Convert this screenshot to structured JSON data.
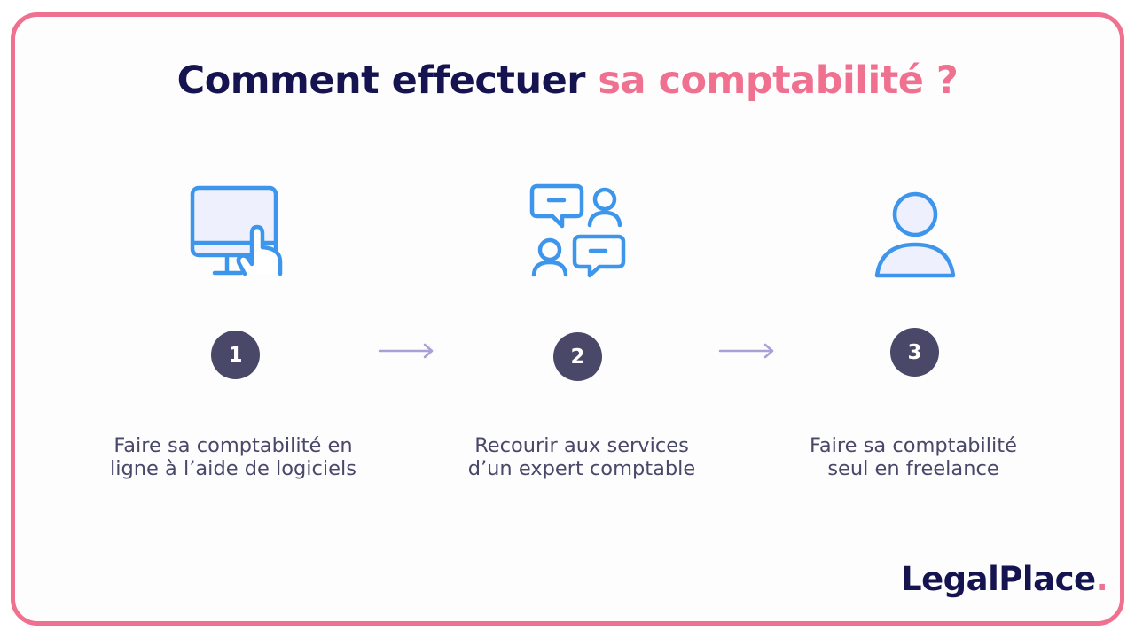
{
  "title": {
    "main": "Comment effectuer",
    "accent": "sa comptabilité ?"
  },
  "steps": [
    {
      "number": "1",
      "icon": "computer-touch-icon",
      "lines": [
        "Faire sa comptabilité en",
        "ligne à l’aide de logiciels"
      ]
    },
    {
      "number": "2",
      "icon": "consultation-chat-icon",
      "lines": [
        "Recourir aux services",
        "d’un expert comptable"
      ]
    },
    {
      "number": "3",
      "icon": "person-icon",
      "lines": [
        "Faire sa comptabilité",
        "seul en freelance"
      ]
    }
  ],
  "logo": {
    "text": "LegalPlace",
    "dot": "."
  },
  "colors": {
    "brand_pink": "#f07090",
    "navy": "#161450",
    "icon_blue": "#3d96ec",
    "badge": "#4a4869",
    "arrow": "#a9a0d6"
  }
}
